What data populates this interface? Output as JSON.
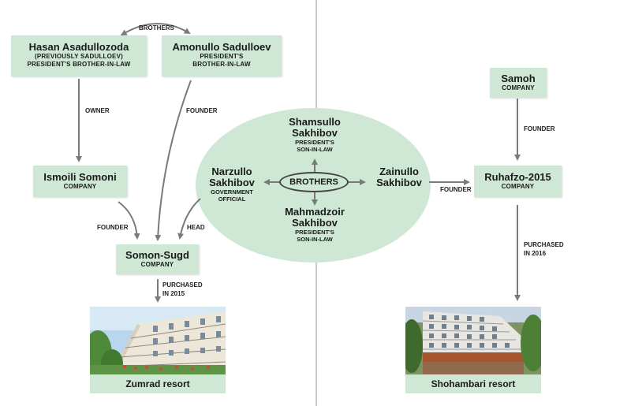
{
  "labels": {
    "brothers_top": "BROTHERS",
    "owner": "OWNER",
    "founder_amonullo": "FOUNDER",
    "founder_ismoili": "FOUNDER",
    "head": "HEAD",
    "purchased_2015_line1": "PURCHASED",
    "purchased_2015_line2": "IN 2015",
    "founder_samoh": "FOUNDER",
    "founder_zainullo": "FOUNDER",
    "purchased_2016_line1": "PURCHASED",
    "purchased_2016_line2": "IN 2016"
  },
  "nodes": {
    "hasan": {
      "name": "Hasan Asadullozoda",
      "sub1": "(PREVIOUSLY SADULLOEV)",
      "sub2": "PRESIDENT'S BROTHER-IN-LAW"
    },
    "amonullo": {
      "name": "Amonullo Sadulloev",
      "sub1": "PRESIDENT'S",
      "sub2": "BROTHER-IN-LAW"
    },
    "ismoili": {
      "name": "Ismoili Somoni",
      "sub": "COMPANY"
    },
    "somon": {
      "name": "Somon-Sugd",
      "sub": "COMPANY"
    },
    "samoh": {
      "name": "Samoh",
      "sub": "COMPANY"
    },
    "ruhafzo": {
      "name": "Ruhafzo-2015",
      "sub": "COMPANY"
    }
  },
  "sakhibov": {
    "center_label": "BROTHERS",
    "shamsullo": {
      "name1": "Shamsullo",
      "name2": "Sakhibov",
      "sub1": "PRESIDENT'S",
      "sub2": "SON-IN-LAW"
    },
    "narzullo": {
      "name1": "Narzullo",
      "name2": "Sakhibov",
      "sub1": "GOVERNMENT",
      "sub2": "OFFICIAL"
    },
    "zainullo": {
      "name1": "Zainullo",
      "name2": "Sakhibov"
    },
    "mahmadzoir": {
      "name1": "Mahmadzoir",
      "name2": "Sakhibov",
      "sub1": "PRESIDENT'S",
      "sub2": "SON-IN-LAW"
    }
  },
  "resorts": {
    "zumrad": "Zumrad resort",
    "shohambari": "Shohambari resort"
  },
  "colors": {
    "box": "#cfe8d6",
    "arrow": "#7a7a7a",
    "divider": "#c9c9c9"
  }
}
